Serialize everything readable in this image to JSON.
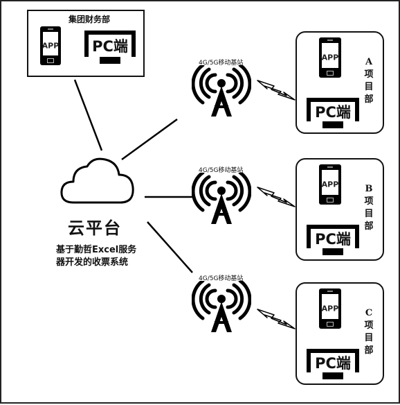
{
  "finance_dept": {
    "title": "集团财务部",
    "phone_label": "APP",
    "pc_label": "PC端"
  },
  "cloud": {
    "title": "云平台",
    "desc_line1": "基于勤哲Excel服务",
    "desc_line2": "器开发的收票系统",
    "icon": "cloud-icon"
  },
  "stations": [
    {
      "label": "4G/5G移动基站",
      "icon": "cell-tower-icon"
    },
    {
      "label": "4G/5G移动基站",
      "icon": "cell-tower-icon"
    },
    {
      "label": "4G/5G移动基站",
      "icon": "cell-tower-icon"
    }
  ],
  "projects": [
    {
      "letter": "A",
      "c1": "项",
      "c2": "目",
      "c3": "部",
      "phone_label": "APP",
      "pc_label": "PC端"
    },
    {
      "letter": "B",
      "c1": "项",
      "c2": "目",
      "c3": "部",
      "phone_label": "APP",
      "pc_label": "PC端"
    },
    {
      "letter": "C",
      "c1": "项",
      "c2": "目",
      "c3": "部",
      "phone_label": "APP",
      "pc_label": "PC端"
    }
  ],
  "icons": {
    "phone": "phone-icon",
    "monitor": "monitor-icon",
    "wireless_link": "lightning-bolt-icon"
  }
}
